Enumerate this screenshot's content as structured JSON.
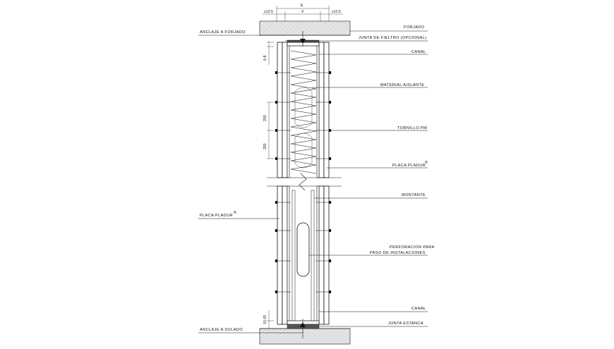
{
  "labels": {
    "forjado": "FORJADO",
    "anclaje_forjado": "ANCLAJE A FORJADO",
    "junta_fieltro": "JUNTA DE FIELTRO (OPCIONAL)",
    "canal_top": "CANAL",
    "material_aislante": "MATERIAL AISLANTE",
    "tornillo_pm": "TORNILLO PM",
    "placa_pladur_right": "PLACA PLADUR",
    "montante": "MONTANTE",
    "placa_pladur_left": "PLACA PLADUR",
    "perforacion_line1": "PERFORACION PARA",
    "perforacion_line2": "PASO DE INSTALACIONES",
    "canal_bottom": "CANAL",
    "junta_estanca": "JUNTA ESTANCA",
    "anclaje_solado": "ANCLAJE A SOLADO",
    "registered_mark": "®"
  },
  "dimensions": {
    "total_width": "E",
    "stud_width": "V",
    "board_left": "≥12.5",
    "board_right": "≥12.5",
    "top_gap": "6-8",
    "spacing_1": "200",
    "spacing_2": "250",
    "bottom_gap": "10-15"
  }
}
